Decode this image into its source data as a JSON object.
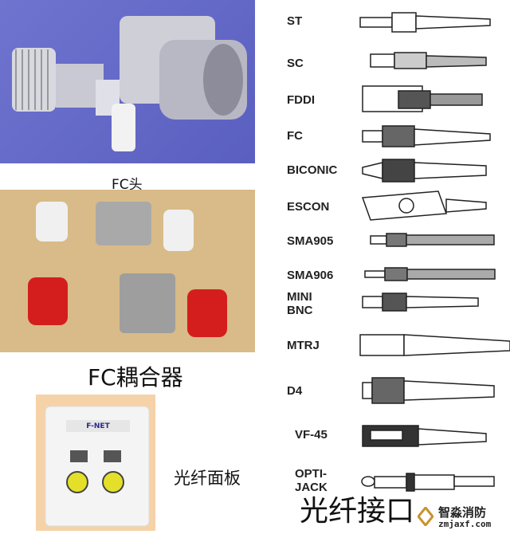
{
  "photos": {
    "fc_head_caption": "FC头",
    "fc_coupler_caption": "FC耦合器",
    "panel_caption": "光纤面板",
    "panel_label": "F-NET"
  },
  "connectors": [
    {
      "name": "ST"
    },
    {
      "name": "SC"
    },
    {
      "name": "FDDI"
    },
    {
      "name": "FC"
    },
    {
      "name": "BICONIC"
    },
    {
      "name": "ESCON"
    },
    {
      "name": "SMA905"
    },
    {
      "name": "SMA906"
    },
    {
      "name": "MINI BNC"
    },
    {
      "name": "MTRJ"
    },
    {
      "name": "D4"
    },
    {
      "name": "VF-45"
    },
    {
      "name": "OPTI-JACK"
    }
  ],
  "title": "光纤接口",
  "watermark": {
    "brand": "智淼消防",
    "url": "zmjaxf.com"
  }
}
